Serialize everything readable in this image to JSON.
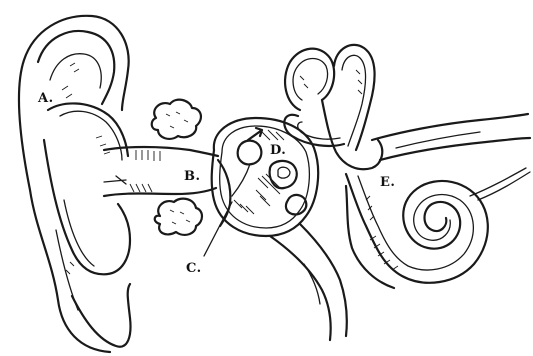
{
  "labels": {
    "a": "A.",
    "b": "B.",
    "c": "C.",
    "d": "D.",
    "e": "E."
  },
  "colors": {
    "ink": "#1a1a1a",
    "paper": "#ffffff"
  }
}
